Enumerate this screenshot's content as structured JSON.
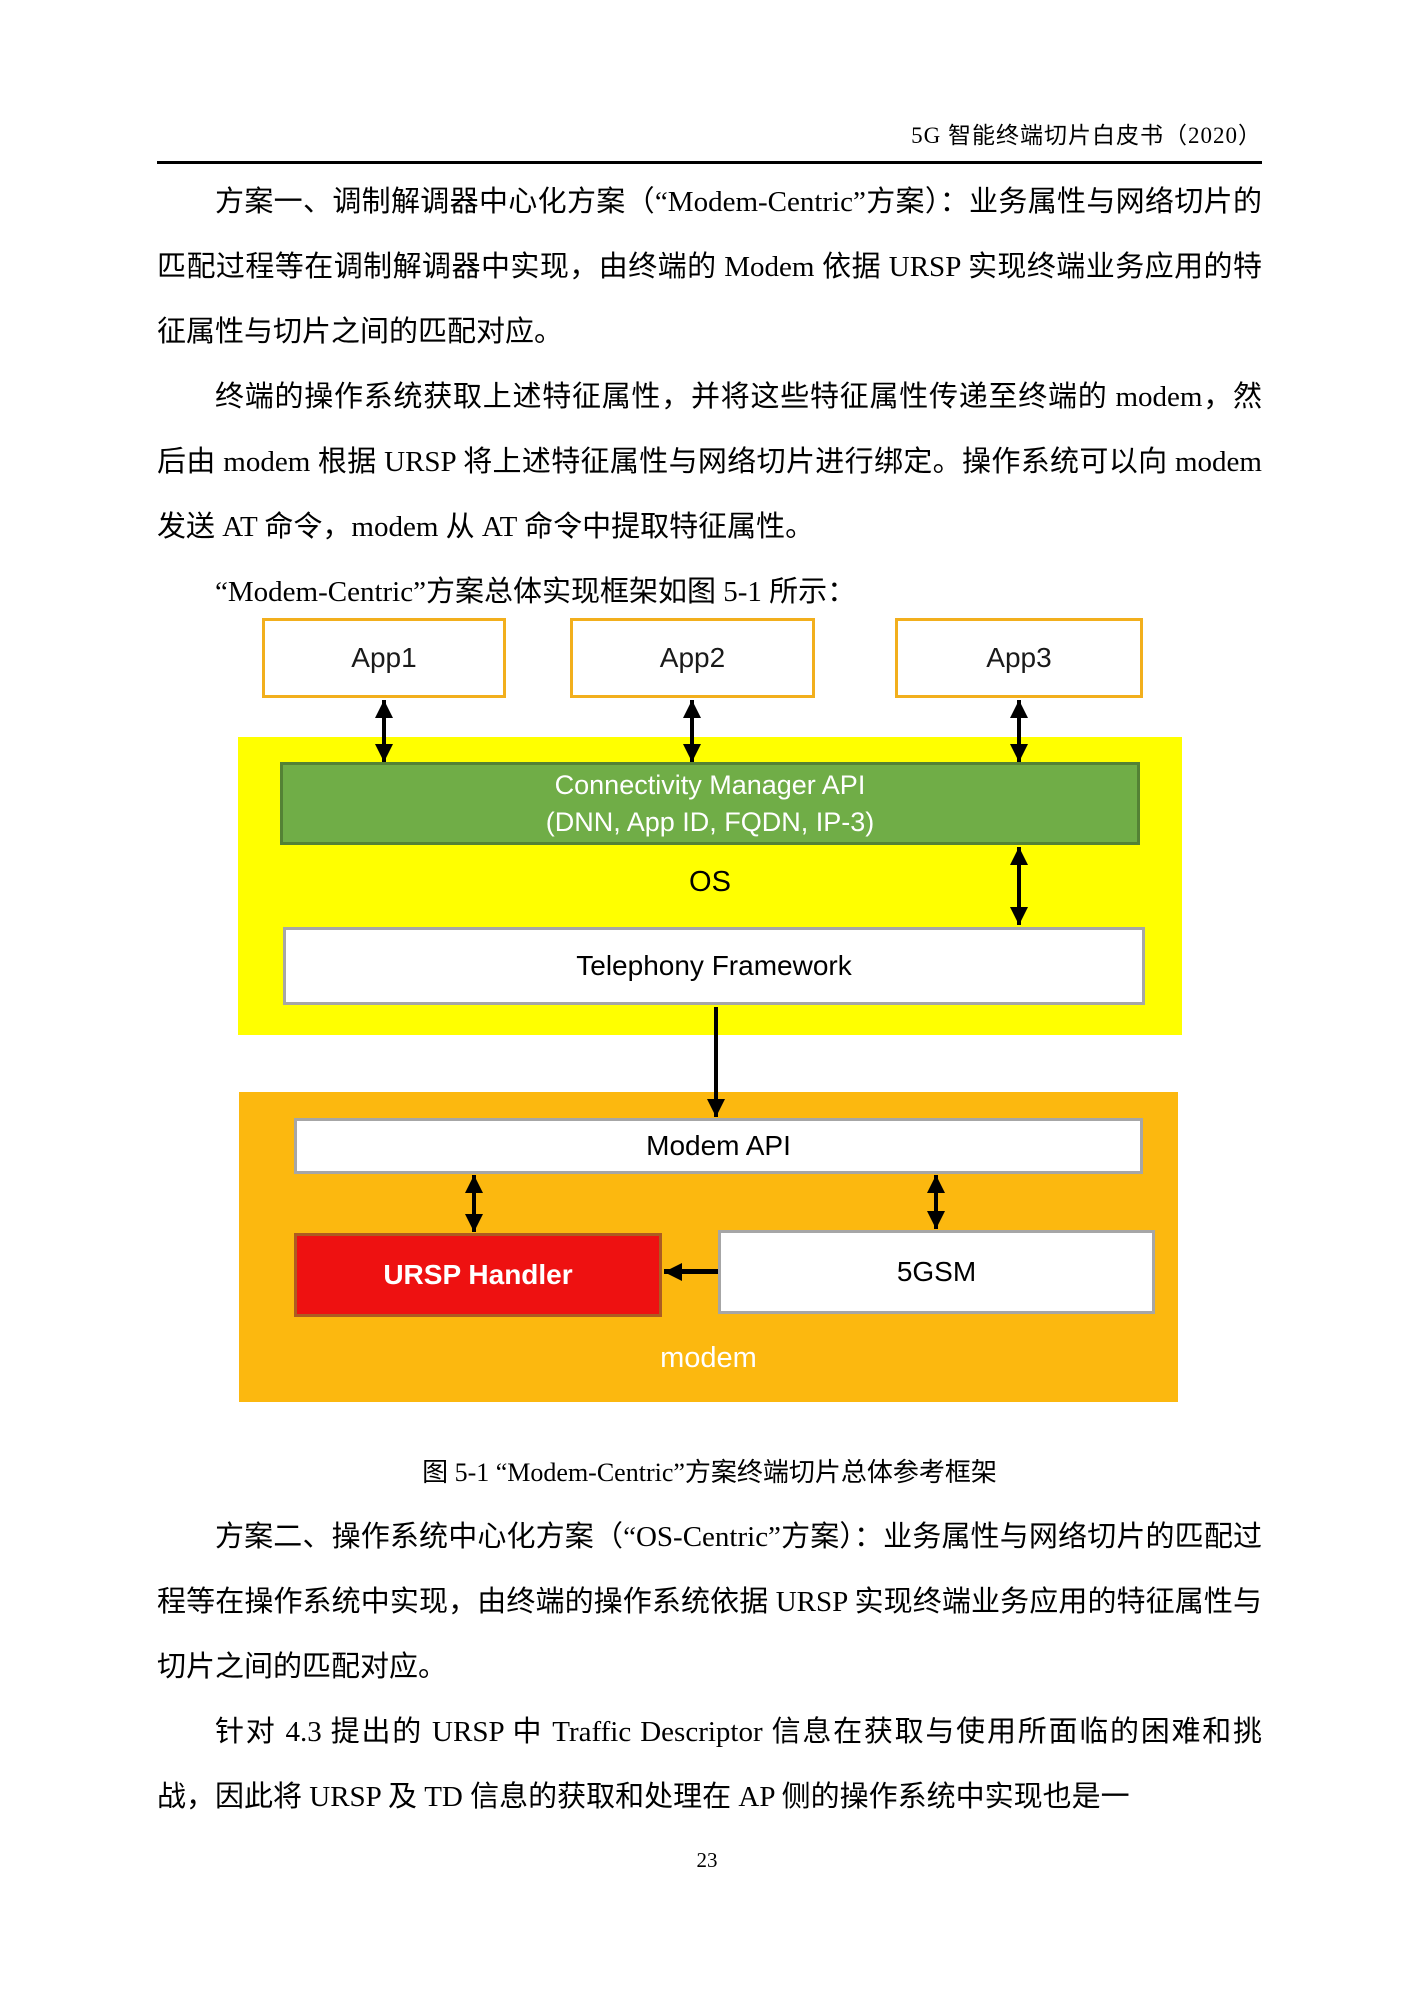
{
  "page": {
    "header_title": "5G 智能终端切片白皮书（2020）",
    "page_number": "23"
  },
  "paragraphs_top": [
    {
      "text": "方案一、调制解调器中心化方案（“Modem-Centric”方案）：业务属性与网络切片的匹配过程等在调制解调器中实现，由终端的 Modem 依据 URSP 实现终端业务应用的特征属性与切片之间的匹配对应。"
    },
    {
      "text": "终端的操作系统获取上述特征属性，并将这些特征属性传递至终端的 modem，然后由 modem 根据 URSP 将上述特征属性与网络切片进行绑定。操作系统可以向 modem 发送 AT 命令，modem 从 AT 命令中提取特征属性。"
    },
    {
      "text": "“Modem-Centric”方案总体实现框架如图 5-1 所示："
    }
  ],
  "figure": {
    "caption": "图 5-1  “Modem-Centric”方案终端切片总体参考框架",
    "apps": [
      "App1",
      "App2",
      "App3"
    ],
    "os": {
      "label": "OS",
      "connectivity_api_line1": "Connectivity Manager API",
      "connectivity_api_line2": "(DNN, App ID, FQDN, IP-3)",
      "telephony": "Telephony Framework"
    },
    "modem": {
      "label": "modem",
      "modem_api": "Modem API",
      "ursp_handler": "URSP Handler",
      "gsm": "5GSM"
    },
    "colors": {
      "app_border": "#F2AF1D",
      "os_fill": "#FFFF00",
      "connectivity_fill": "#70AD47",
      "connectivity_border": "#548235",
      "modem_fill": "#FCB80F",
      "ursp_fill": "#EE1111",
      "ursp_border": "#AD5B22",
      "white_box_border": "#A6A6A6",
      "arrow": "#000000"
    }
  },
  "paragraphs_bottom": [
    {
      "text": "方案二、操作系统中心化方案（“OS-Centric”方案）：业务属性与网络切片的匹配过程等在操作系统中实现，由终端的操作系统依据 URSP 实现终端业务应用的特征属性与切片之间的匹配对应。"
    },
    {
      "text": "针对 4.3 提出的 URSP 中 Traffic  Descriptor 信息在获取与使用所面临的困难和挑战，因此将 URSP 及 TD 信息的获取和处理在 AP 侧的操作系统中实现也是一"
    }
  ]
}
